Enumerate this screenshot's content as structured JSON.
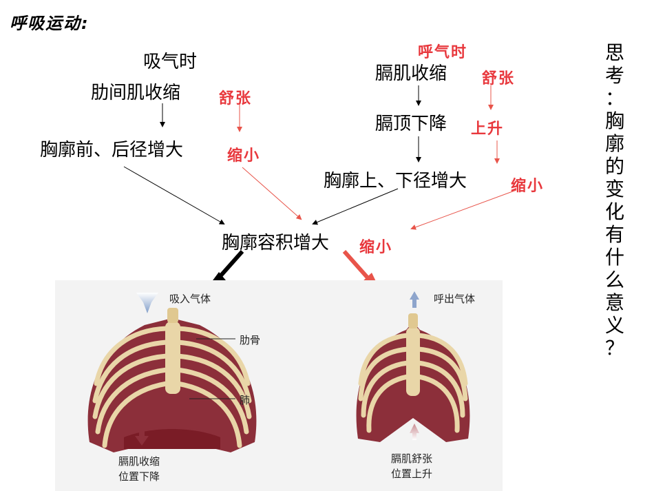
{
  "title": "呼吸运动:",
  "inhale": {
    "heading": "吸气时",
    "step1": "肋间肌收缩",
    "step2": "胸廓前、后径增大",
    "red1": "舒张",
    "red2": "缩小"
  },
  "diaphragm": {
    "heading_red": "呼气时",
    "step1": "膈肌收缩",
    "step2": "膈顶下降",
    "step3": "胸廓上、下径增大",
    "red1": "舒张",
    "red2": "上升",
    "red3": "缩小"
  },
  "result": {
    "text": "胸廓容积增大",
    "red": "缩小"
  },
  "question": [
    "思",
    "考",
    "：",
    "胸",
    "廓",
    "的",
    "变",
    "化",
    "有",
    "什",
    "么",
    "意",
    "义",
    "？"
  ],
  "photo": {
    "left_top": "吸入气体",
    "rib": "肋骨",
    "lung": "肺",
    "left_bottom_1": "膈肌收缩",
    "left_bottom_2": "位置下降",
    "right_top": "呼出气体",
    "right_bottom_1": "膈肌舒张",
    "right_bottom_2": "位置上升"
  },
  "colors": {
    "red_text": "#e8383d",
    "red_arrow": "#e8544a",
    "muscle": "#8c2f3a",
    "bone": "#e9d6a8",
    "background_photo": "#f3f3f3"
  }
}
